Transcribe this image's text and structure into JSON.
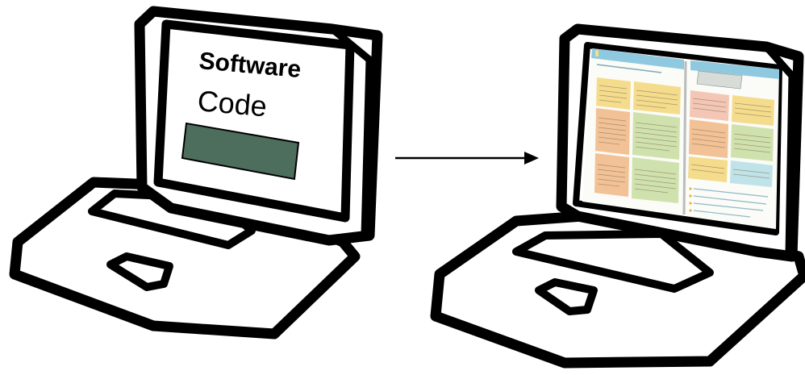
{
  "diagram": {
    "left_laptop": {
      "screen_title": "Software",
      "screen_subtitle": "Code",
      "code_block_color": "#4e6e5d"
    },
    "arrow": {
      "direction": "right"
    },
    "right_laptop": {
      "screen_content": "document-spread",
      "page_colors": {
        "header": "#8fc9e0",
        "yellow": "#f4dc8c",
        "orange": "#f2c196",
        "green": "#cfe2ad",
        "pink": "#f3c6b6",
        "aqua": "#bfe3e9"
      }
    },
    "colors": {
      "outline": "#000000",
      "background": "#ffffff"
    }
  }
}
